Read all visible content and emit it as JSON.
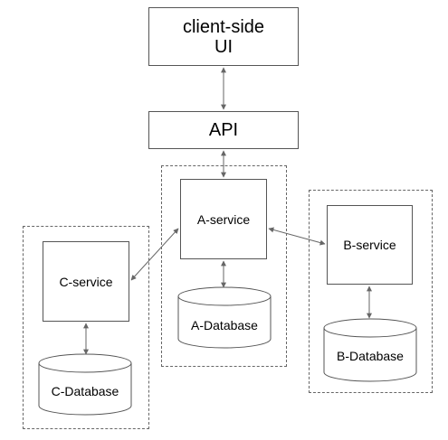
{
  "nodes": {
    "client_ui": {
      "line1": "client-side",
      "line2": "UI"
    },
    "api": {
      "label": "API"
    },
    "a_service": {
      "label": "A-service"
    },
    "a_database": {
      "label": "A-Database"
    },
    "b_service": {
      "label": "B-service"
    },
    "b_database": {
      "label": "B-Database"
    },
    "c_service": {
      "label": "C-service"
    },
    "c_database": {
      "label": "C-Database"
    }
  },
  "edges": [
    {
      "from": "client_ui",
      "to": "api",
      "direction": "both"
    },
    {
      "from": "api",
      "to": "a_service",
      "direction": "both"
    },
    {
      "from": "a_service",
      "to": "a_database",
      "direction": "both"
    },
    {
      "from": "a_service",
      "to": "b_service",
      "direction": "both"
    },
    {
      "from": "a_service",
      "to": "c_service",
      "direction": "both"
    },
    {
      "from": "b_service",
      "to": "b_database",
      "direction": "both"
    },
    {
      "from": "c_service",
      "to": "c_database",
      "direction": "both"
    }
  ],
  "colors": {
    "stroke": "#555555",
    "arrow": "#666666",
    "text": "#000000"
  }
}
